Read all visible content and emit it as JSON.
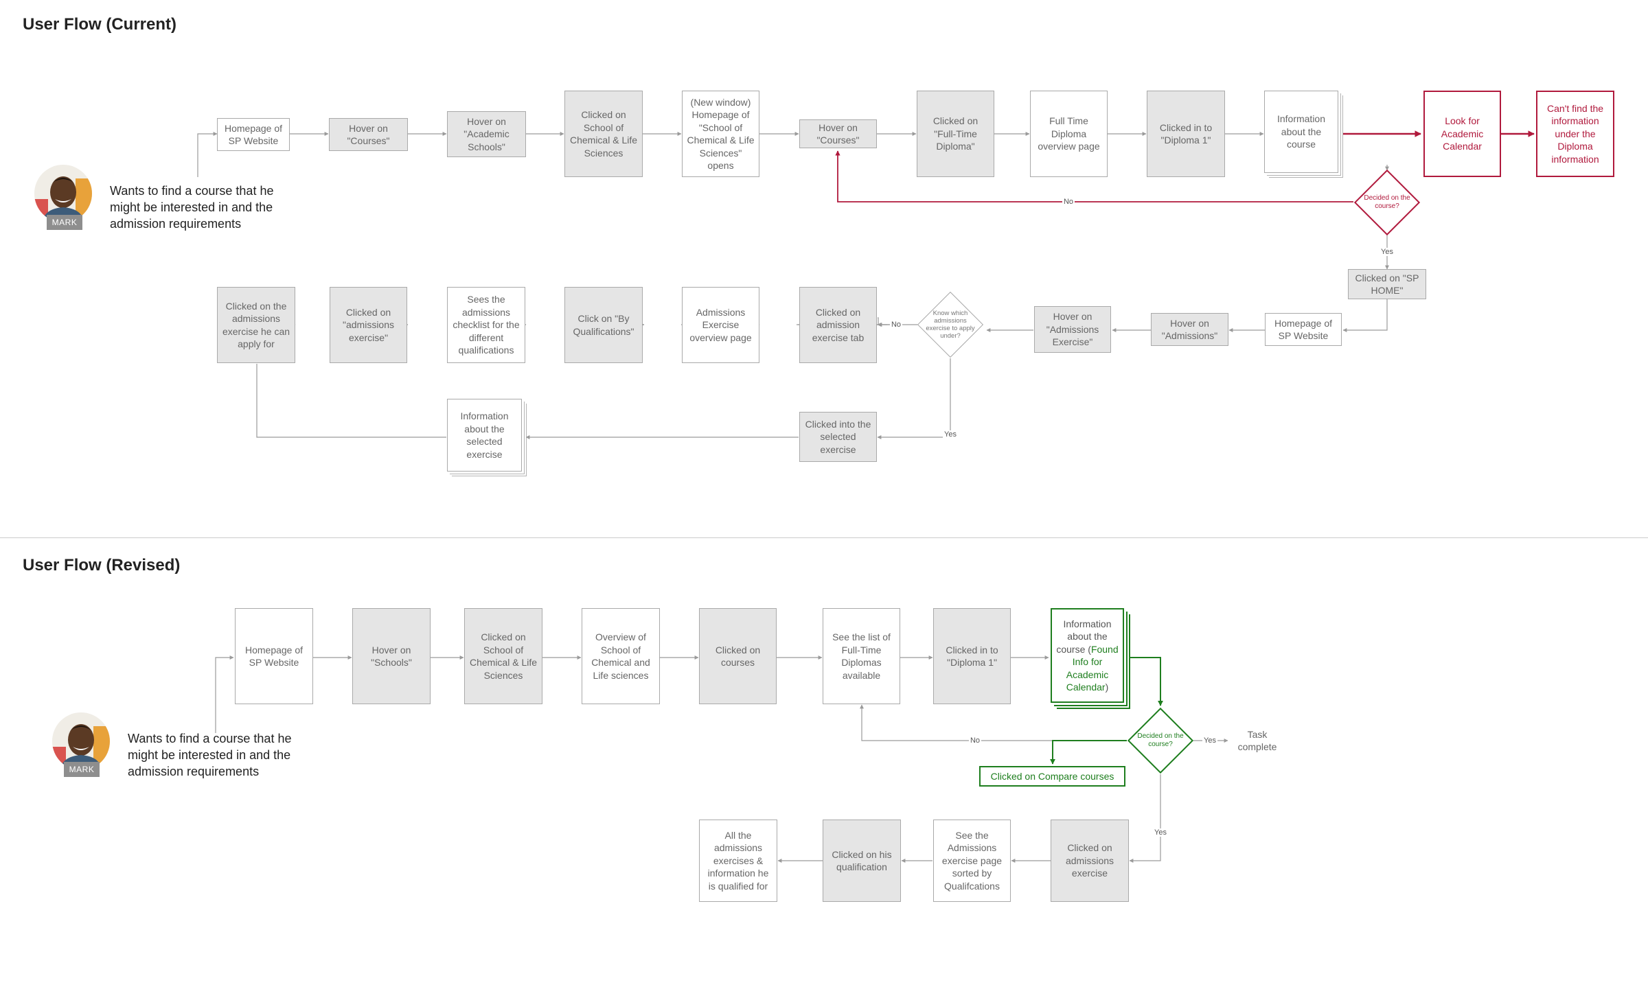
{
  "current": {
    "title": "User Flow (Current)",
    "persona_name": "MARK",
    "persona_goal": "Wants to find a course that he might be interested in and the admission requirements",
    "nodes": {
      "homepage": "Homepage of SP Website",
      "hover_courses": "Hover on \"Courses\"",
      "hover_academic_schools": "Hover on \"Academic Schools\"",
      "clicked_school_cls": "Clicked on School of Chemical & Life Sciences",
      "new_window": "(New window) Homepage of \"School of Chemical & Life Sciences\" opens",
      "hover_courses_2": "Hover on \"Courses\"",
      "clicked_fulltime": "Clicked on \"Full-Time Diploma\"",
      "fulltime_overview": "Full Time Diploma overview page",
      "clicked_diploma1": "Clicked in to \"Diploma 1\"",
      "info_course": "Information about the course",
      "look_calendar": "Look for Academic Calendar",
      "cant_find": "Can't find the information under the Diploma information",
      "decided_course": "Decided on the course?",
      "clicked_sp_home": "Clicked on \"SP HOME\"",
      "homepage_2": "Homepage of SP Website",
      "hover_admissions": "Hover on \"Admissions\"",
      "hover_adm_exercise": "Hover on \"Admissions Exercise\"",
      "know_which": "Know which admissions exercise to apply under?",
      "clicked_adm_tab": "Clicked on admission exercise tab",
      "adm_overview": "Admissions Exercise overview page",
      "click_by_qual": "Click on \"By Qualifications\"",
      "sees_checklist": "Sees the admissions checklist for the different qualifications",
      "clicked_adm_exercise": "Clicked on \"admissions exercise\"",
      "clicked_apply": "Clicked on the admissions exercise he can apply for",
      "clicked_selected": "Clicked into the selected exercise",
      "info_selected": "Information about the selected exercise"
    },
    "labels": {
      "no_1": "No",
      "yes_1": "Yes",
      "no_2": "No",
      "yes_2": "Yes"
    }
  },
  "revised": {
    "title": "User Flow (Revised)",
    "persona_name": "MARK",
    "persona_goal": "Wants to find a course that he might be interested in and the admission requirements",
    "nodes": {
      "homepage": "Homepage of SP Website",
      "hover_schools": "Hover on \"Schools\"",
      "clicked_school_cls": "Clicked on School of Chemical & Life Sciences",
      "overview_school": "Overview of School of Chemical and Life sciences",
      "clicked_courses": "Clicked on courses",
      "see_list": "See the list of Full-Time Diplomas available",
      "clicked_diploma1": "Clicked in to \"Diploma 1\"",
      "info_course_main": "Information about the course (",
      "info_course_found": "Found Info for Academic Calendar",
      "info_course_close": ")",
      "decided_course": "Decided on the course?",
      "task_complete": "Task complete",
      "clicked_compare": "Clicked on Compare courses",
      "clicked_adm_exercise": "Clicked on admissions exercise",
      "see_adm_page": "See the Admissions exercise page sorted by Qualifcations",
      "clicked_his_qual": "Clicked on his qualification",
      "all_adm": "All the admissions exercises & information he is qualified for"
    },
    "labels": {
      "no": "No",
      "yes_right": "Yes",
      "yes_down": "Yes"
    }
  },
  "colors": {
    "gray_fill": "#e5e5e5",
    "line_gray": "#9a9a9a",
    "red_accent": "#b0193c",
    "green_accent": "#1e7e1e"
  },
  "icons": {
    "avatar": "person-avatar-icon"
  }
}
